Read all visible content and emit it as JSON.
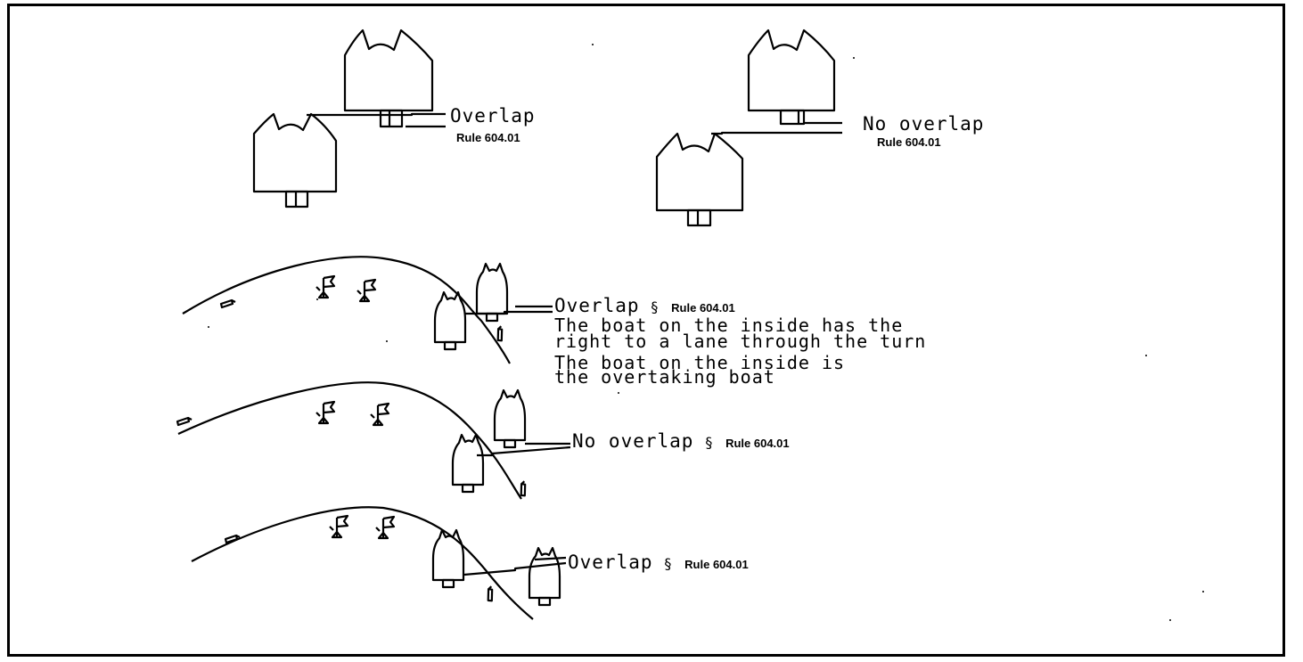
{
  "labels": {
    "overlap_top": "Overlap",
    "rule_top_left": "Rule 604.01",
    "no_overlap_top": "No overlap",
    "rule_top_right": "Rule 604.01",
    "turn1_title": "Overlap",
    "turn1_rule": "Rule 604.01",
    "turn1_note_line1": "The boat on the inside has the",
    "turn1_note_line2": "right to a lane through the turn",
    "turn1_note_line3": "The boat on the inside is",
    "turn1_note_line4": "the overtaking boat",
    "turn2_title": "No overlap",
    "turn2_rule": "Rule 604.01",
    "turn3_title": "Overlap",
    "turn3_rule": "Rule 604.01",
    "section_symbol": "§"
  }
}
